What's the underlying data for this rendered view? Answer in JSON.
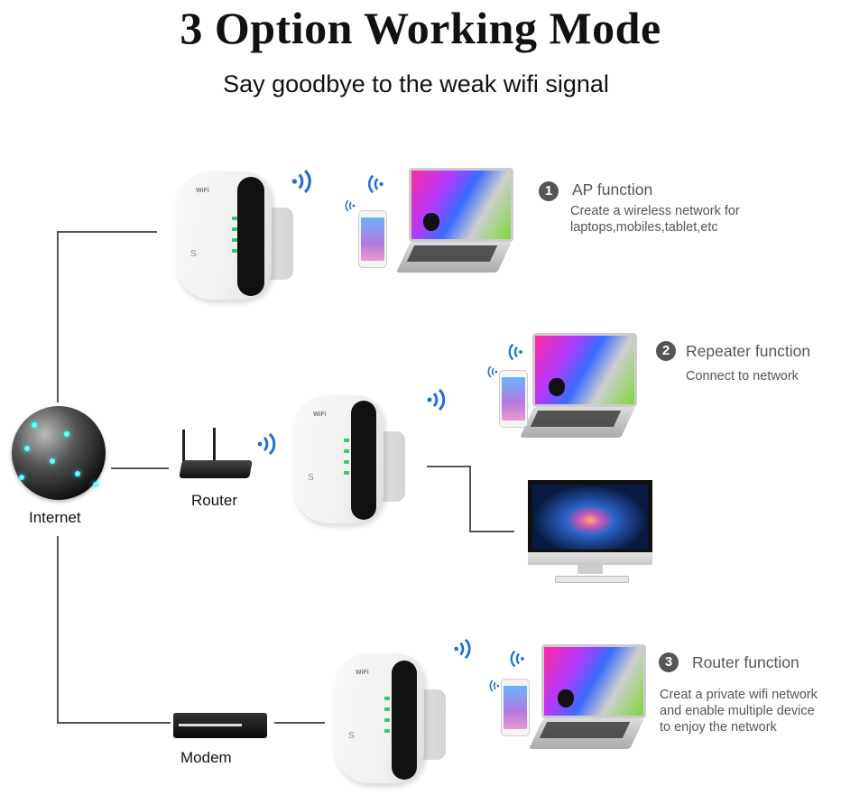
{
  "header": {
    "title": "3 Option Working Mode",
    "subtitle": "Say goodbye to the weak wifi signal"
  },
  "nodes": {
    "internet": {
      "label": "Internet",
      "icon": "globe-icon"
    },
    "router": {
      "label": "Router",
      "icon": "router-icon"
    },
    "modem": {
      "label": "Modem",
      "icon": "modem-icon"
    }
  },
  "modes": [
    {
      "number": "1",
      "title": "AP function",
      "description": [
        "Create a wireless network for",
        "laptops,mobiles,tablet,etc"
      ]
    },
    {
      "number": "2",
      "title": "Repeater function",
      "description": [
        "Connect to network"
      ]
    },
    {
      "number": "3",
      "title": "Router function",
      "description": [
        "Creat a private wifi network",
        "and enable multiple device",
        "to enjoy the network"
      ]
    }
  ],
  "device_icons": [
    "wifi-extender-icon",
    "wifi-signal-icon",
    "laptop-icon",
    "smartphone-icon",
    "desktop-computer-icon"
  ],
  "colors": {
    "wifi_blue": "#1f6fd1",
    "badge_gray": "#555555",
    "text_gray": "#555555",
    "line_gray": "#555555",
    "led_green": "#33cc66"
  }
}
